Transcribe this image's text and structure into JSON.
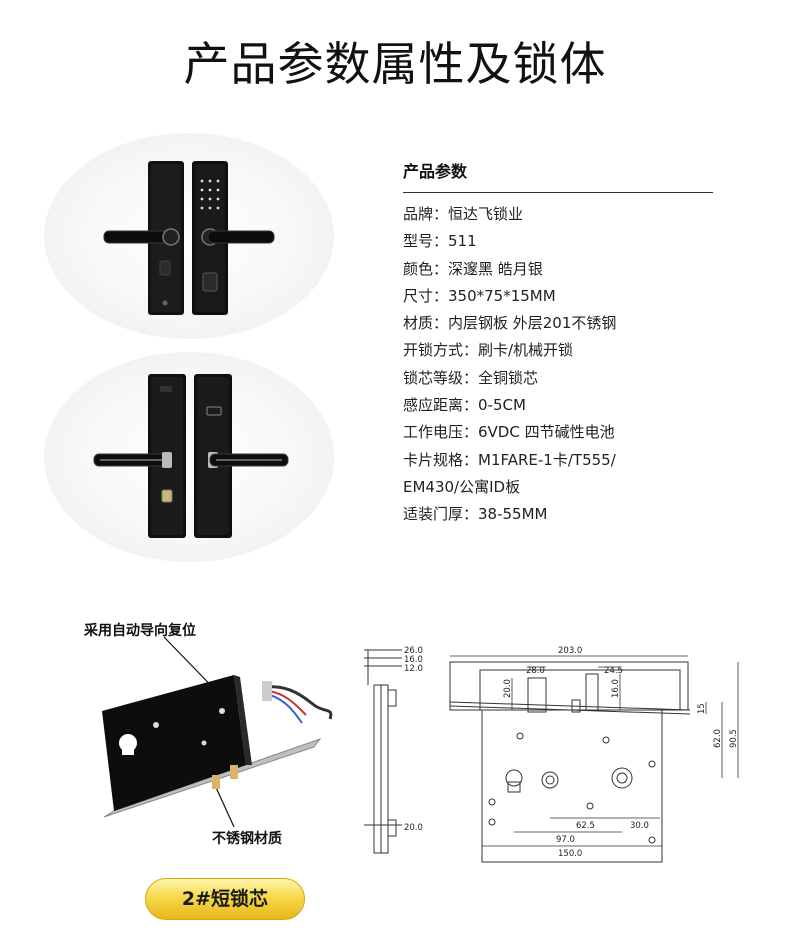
{
  "title": "产品参数属性及锁体",
  "specs": {
    "header": "产品参数",
    "rows": [
      "品牌：恒达飞锁业",
      "型号：511",
      "颜色：深邃黑 皓月银",
      "尺寸：350*75*15MM",
      "材质：内层钢板 外层201不锈钢",
      "开锁方式：刷卡/机械开锁",
      "锁芯等级：全铜锁芯",
      "感应距离：0-5CM",
      "工作电压：6VDC  四节碱性电池",
      "卡片规格：M1FARE-1卡/T555/",
      "EM430/公寓ID板",
      "适装门厚：38-55MM"
    ]
  },
  "mortise": {
    "callout_top": "采用自动导向复位",
    "callout_bottom": "不锈钢材质"
  },
  "drawing_dims": {
    "d26": "26.0",
    "d16": "16.0",
    "d12": "12.0",
    "d20b": "20.0",
    "d203": "203.0",
    "d28": "28.0",
    "d245": "24.5",
    "d20a": "20.0",
    "d16v": "16.0",
    "d15": "15",
    "d62": "62.0",
    "d905": "90.5",
    "d625": "62.5",
    "d30": "30.0",
    "d97": "97.0",
    "d150": "150.0"
  },
  "badge": "2#短锁芯"
}
